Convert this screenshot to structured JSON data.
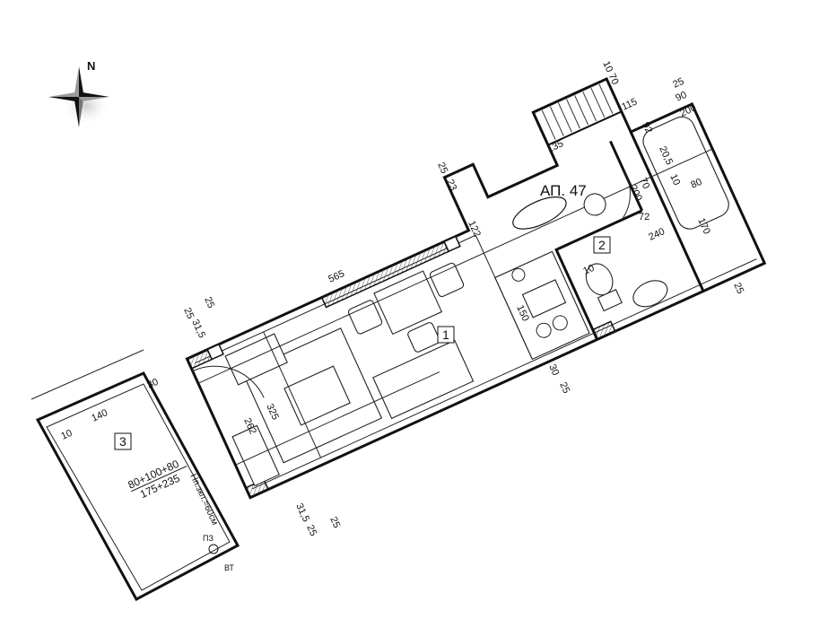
{
  "compass": {
    "label": "N",
    "icon": "compass-rose-icon"
  },
  "apartment": {
    "label": "АП. 47"
  },
  "rooms": [
    {
      "id": "1",
      "label": "1"
    },
    {
      "id": "2",
      "label": "2"
    },
    {
      "id": "3",
      "label": "3"
    }
  ],
  "door_marker": {
    "label": "72"
  },
  "balcony_note": {
    "numerator": "80+100+80",
    "denominator": "175+235"
  },
  "parapet_note": "Нп.зкп.=60см",
  "symbols": {
    "pz": "ПЗ",
    "vt": "ВТ"
  },
  "dimensions": {
    "stair_top": "10 70",
    "d25_top": "25",
    "d90": "90",
    "d200_top": "200",
    "d115": "115",
    "d92": "92",
    "d135": "135",
    "d20_5": "20,5",
    "d10_bath": "10",
    "d80_bath": "80",
    "d70_door": "70",
    "d200_door": "200",
    "d240": "240",
    "d170": "170",
    "d10_wc": "10",
    "d25_bath_wall": "25",
    "d25_window": "25",
    "d23": "23",
    "d122": "122",
    "d150": "150",
    "d565": "565",
    "d30_kitchen": "30",
    "d25_kitchen": "25",
    "d25_left_a": "25",
    "d25_left_b": "25",
    "d31_5_top": "31,5",
    "d30_balcony": "30",
    "d140": "140",
    "d10_balcony": "10",
    "d325": "325",
    "d262": "262",
    "d31_5_bottom": "31,5",
    "d25_bottom_a": "25",
    "d25_bottom_b": "25"
  }
}
